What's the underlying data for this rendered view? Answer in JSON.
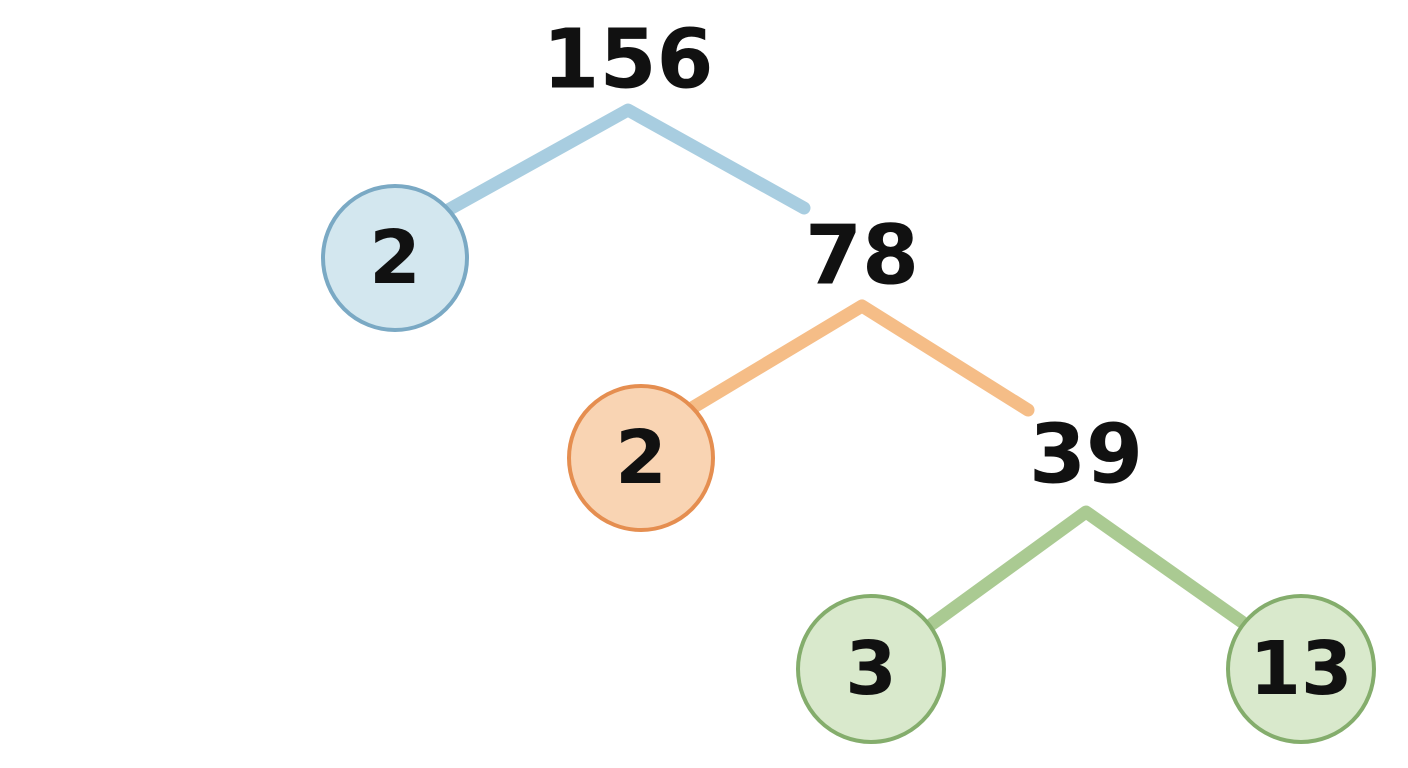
{
  "tree": {
    "root": {
      "value": "156"
    },
    "level1": {
      "prime": {
        "value": "2"
      },
      "composite": {
        "value": "78"
      }
    },
    "level2": {
      "prime": {
        "value": "2"
      },
      "composite": {
        "value": "39"
      }
    },
    "level3": {
      "prime_left": {
        "value": "3"
      },
      "prime_right": {
        "value": "13"
      }
    }
  },
  "colors": {
    "level1": {
      "stroke": "#7aa9c4",
      "fill": "#d3e7ef",
      "edge": "#a8cde0"
    },
    "level2": {
      "stroke": "#e58e50",
      "fill": "#f9d4b3",
      "edge": "#f5bd87"
    },
    "level3": {
      "stroke": "#84ad6c",
      "fill": "#d9e9cc",
      "edge": "#aaca92"
    }
  }
}
